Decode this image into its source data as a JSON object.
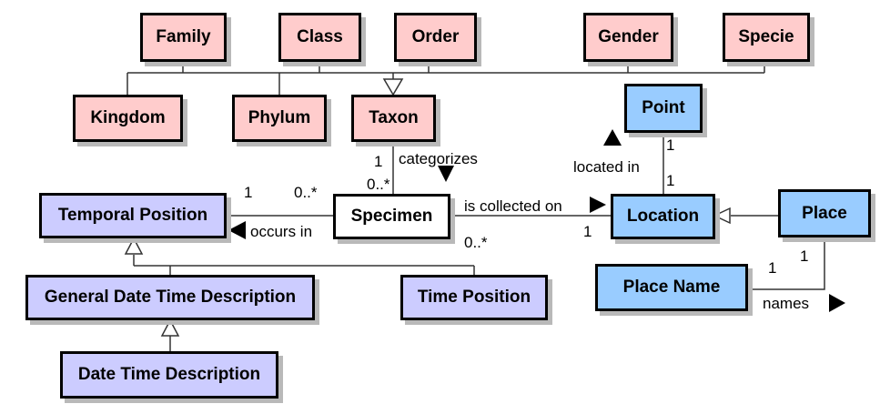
{
  "colors": {
    "taxonomy": "#ffcccc",
    "spatial": "#99ccff",
    "temporal": "#ccccff",
    "specimen": "#ffffff",
    "line": "#333333"
  },
  "classes": {
    "family": "Family",
    "class": "Class",
    "order": "Order",
    "gender": "Gender",
    "specie": "Specie",
    "kingdom": "Kingdom",
    "phylum": "Phylum",
    "taxon": "Taxon",
    "point": "Point",
    "temporal_position": "Temporal Position",
    "specimen": "Specimen",
    "location": "Location",
    "place": "Place",
    "place_name": "Place Name",
    "general_date_time_description": "General Date Time Description",
    "time_position": "Time Position",
    "date_time_description": "Date Time Description"
  },
  "associations": {
    "categorizes": {
      "label": "categorizes",
      "mult_taxon": "1",
      "mult_specimen": "0..*"
    },
    "located_in": {
      "label": "located in",
      "mult_point": "1",
      "mult_location": "1"
    },
    "occurs_in": {
      "label": "occurs in",
      "mult_temporal": "1",
      "mult_specimen": "0..*"
    },
    "is_collected_on": {
      "label": "is collected on",
      "mult_location": "1",
      "mult_specimen": "0..*"
    },
    "names": {
      "label": "names",
      "mult_place_name": "1",
      "mult_place": "1"
    }
  },
  "icons": {
    "direction": "filled-triangle",
    "generalization": "hollow-triangle"
  }
}
